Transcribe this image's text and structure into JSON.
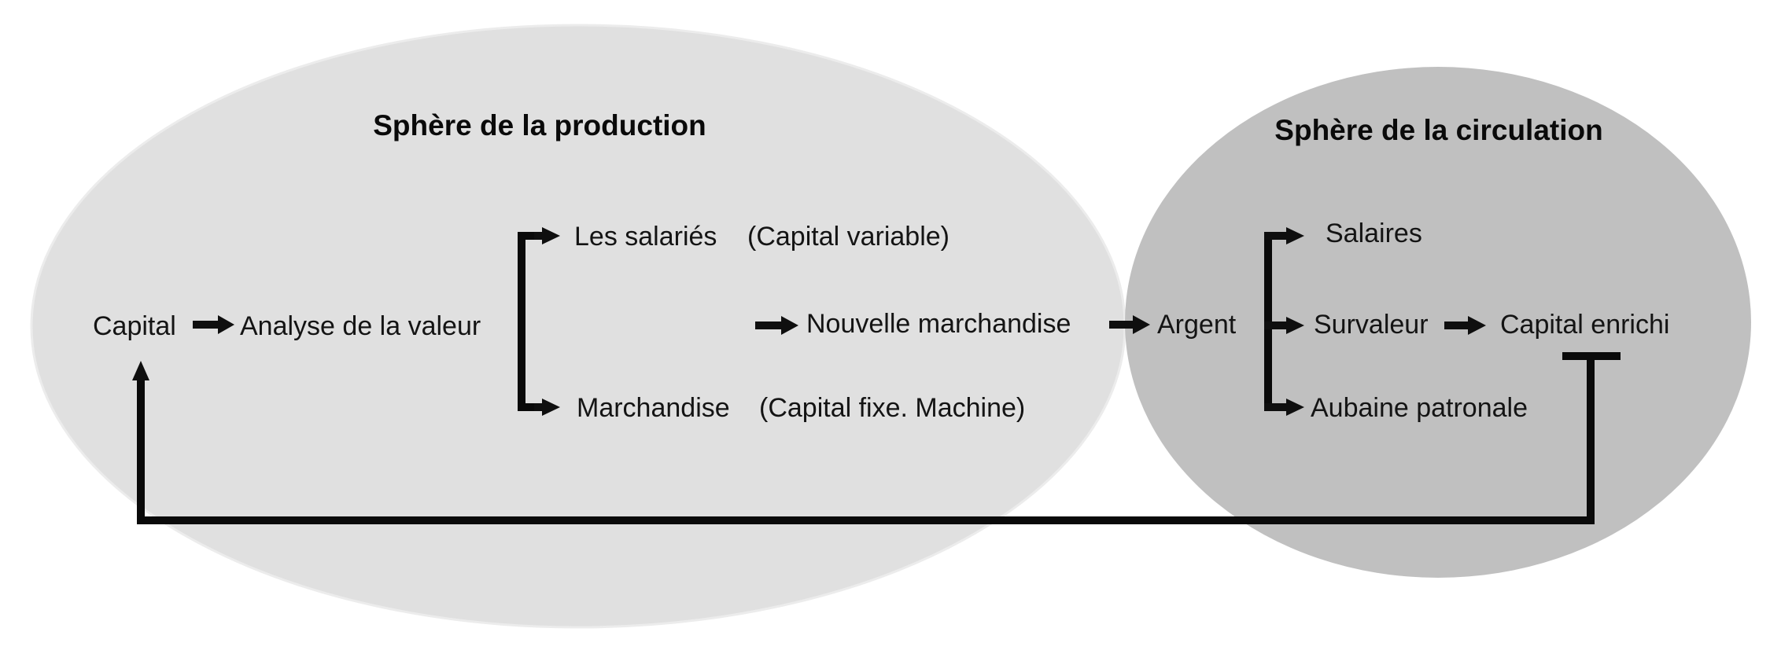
{
  "spheres": {
    "production": {
      "title": "Sphère de la production",
      "color": "#e0e0e0"
    },
    "circulation": {
      "title": "Sphère de la circulation",
      "color": "#c0c0c0"
    }
  },
  "nodes": {
    "capital": "Capital",
    "analyse": "Analyse de la valeur",
    "salaries": "Les salariés",
    "capital_variable": "(Capital variable)",
    "marchandise": "Marchandise",
    "capital_fixe": "(Capital fixe. Machine)",
    "nouvelle_marchandise": "Nouvelle marchandise",
    "argent": "Argent",
    "salaires": "Salaires",
    "survaleur": "Survaleur",
    "aubaine": "Aubaine patronale",
    "capital_enrichi": "Capital enrichi"
  }
}
